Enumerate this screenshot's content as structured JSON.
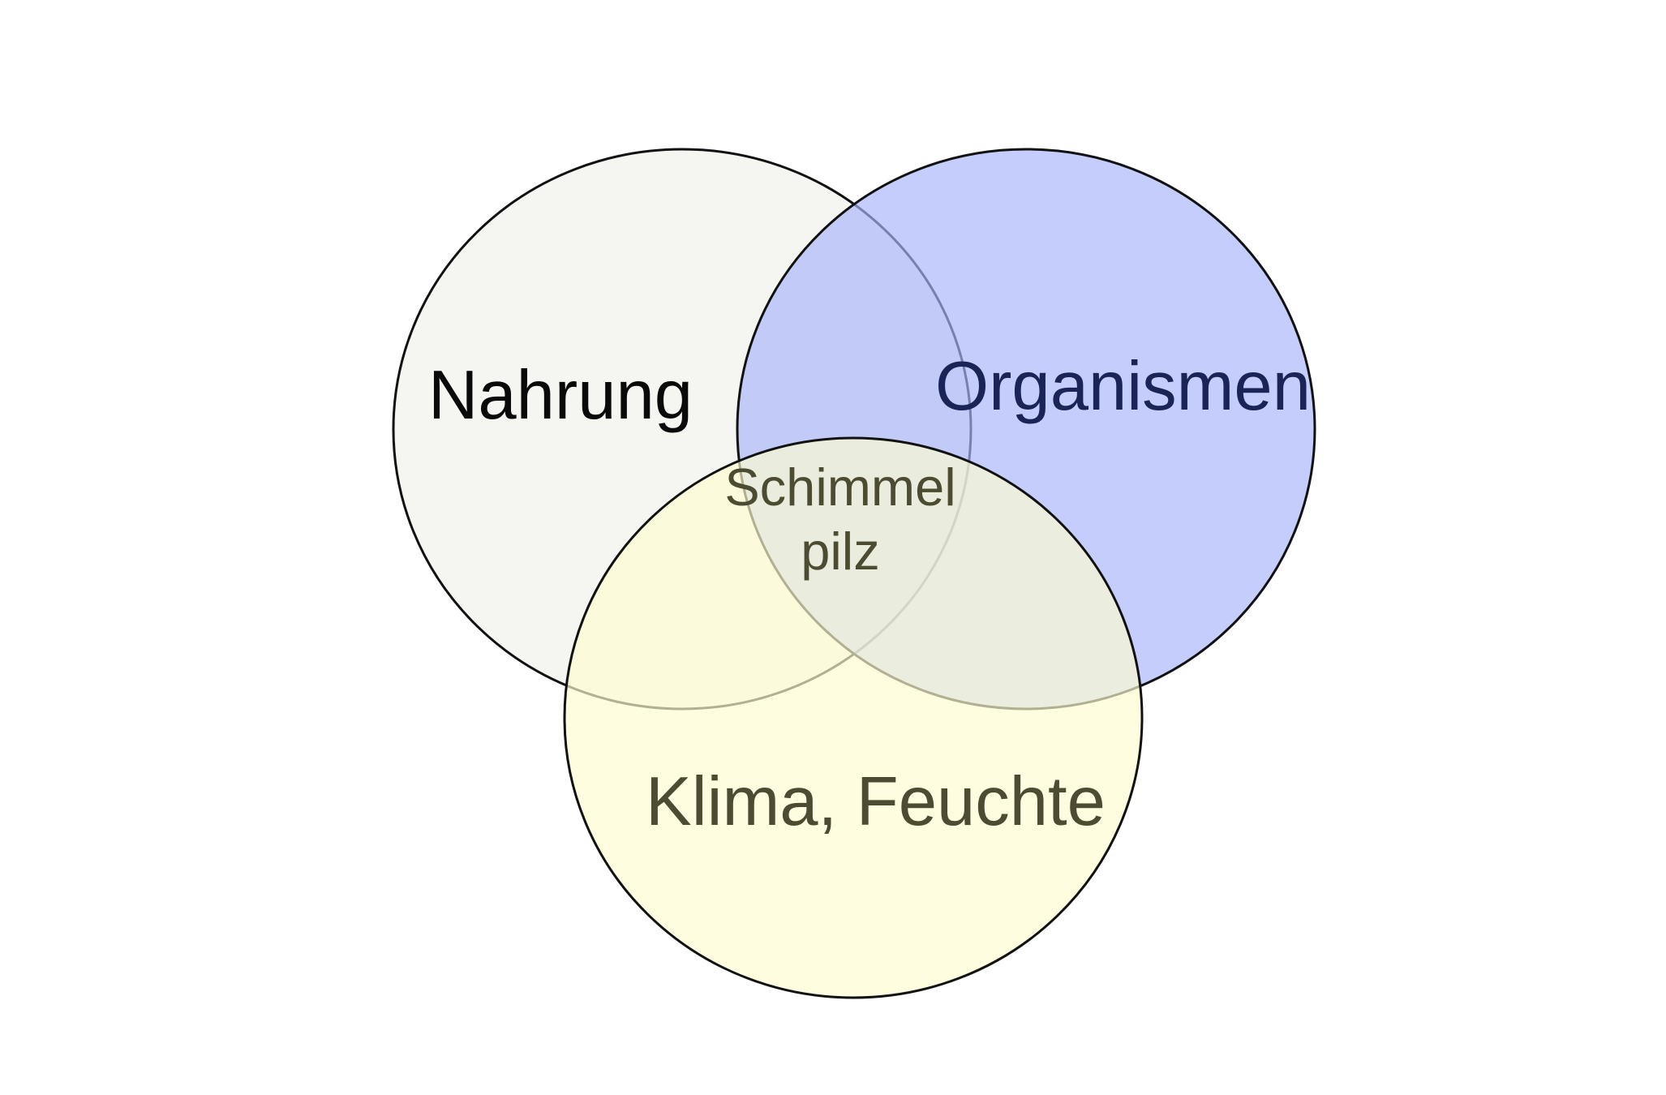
{
  "diagram": {
    "type": "venn",
    "sets": [
      {
        "id": "nahrung",
        "label": "Nahrung",
        "fill": "#f5f6f2",
        "label_color": "#0a0a0a"
      },
      {
        "id": "organismen",
        "label": "Organismen",
        "fill": "#aab6fb",
        "label_color": "#1a2457"
      },
      {
        "id": "klima",
        "label": "Klima, Feuchte",
        "fill": "#fdfcd0",
        "label_color": "#4c4c32"
      }
    ],
    "intersection": {
      "sets": [
        "nahrung",
        "organismen",
        "klima"
      ],
      "line1": "Schimmel",
      "line2": "pilz",
      "color": "#4c4c32"
    },
    "outline_color": "#111111"
  }
}
